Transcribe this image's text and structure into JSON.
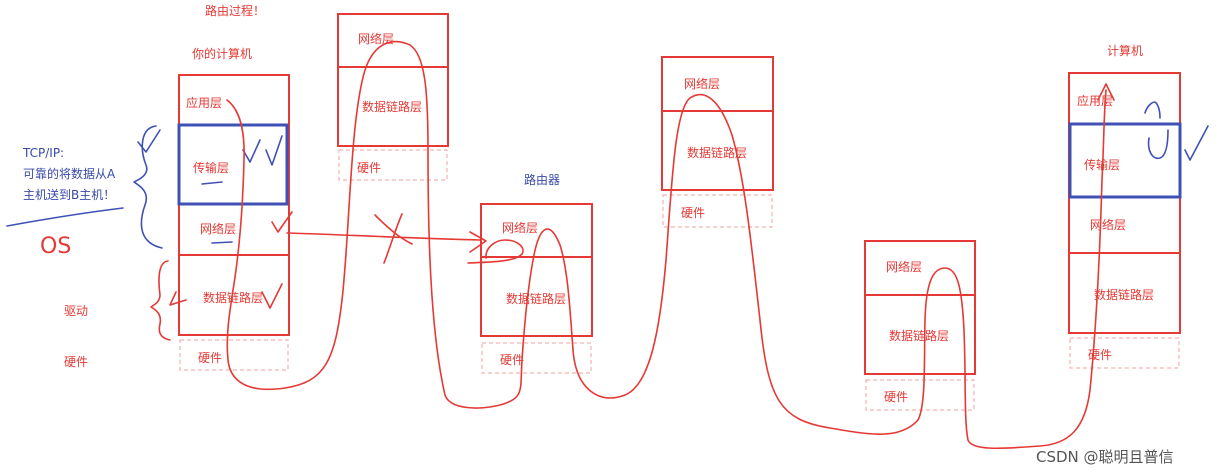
{
  "title": "路由过程！",
  "your_computer": {
    "label": "你的计算机",
    "layers": {
      "app": "应用层",
      "transport": "传输层",
      "network": "网络层",
      "datalink": "数据链路层",
      "hardware": "硬件"
    }
  },
  "side_notes": {
    "tcpip_title": "TCP/IP:",
    "tcpip_line1": "可靠的将数据从A",
    "tcpip_line2": "主机送到B主机！",
    "os": "OS",
    "driver": "驱动",
    "hardware": "硬件"
  },
  "node1": {
    "network": "网络层",
    "datalink": "数据链路层",
    "hardware": "硬件"
  },
  "router": {
    "label": "路由器",
    "network": "网络层",
    "datalink": "数据链路层",
    "hardware": "硬件"
  },
  "node3": {
    "network": "网络层",
    "datalink": "数据链路层",
    "hardware": "硬件"
  },
  "node4": {
    "network": "网络层",
    "datalink": "数据链路层",
    "hardware": "硬件"
  },
  "target_computer": {
    "label": "计算机",
    "layers": {
      "app": "应用层",
      "transport": "传输层",
      "network": "网络层",
      "datalink": "数据链路层",
      "hardware": "硬件"
    }
  },
  "watermark": "CSDN @聪明且普信",
  "colors": {
    "ink_red": "#e53935",
    "ink_blue": "#3f51b5",
    "watermark": "#555555"
  }
}
